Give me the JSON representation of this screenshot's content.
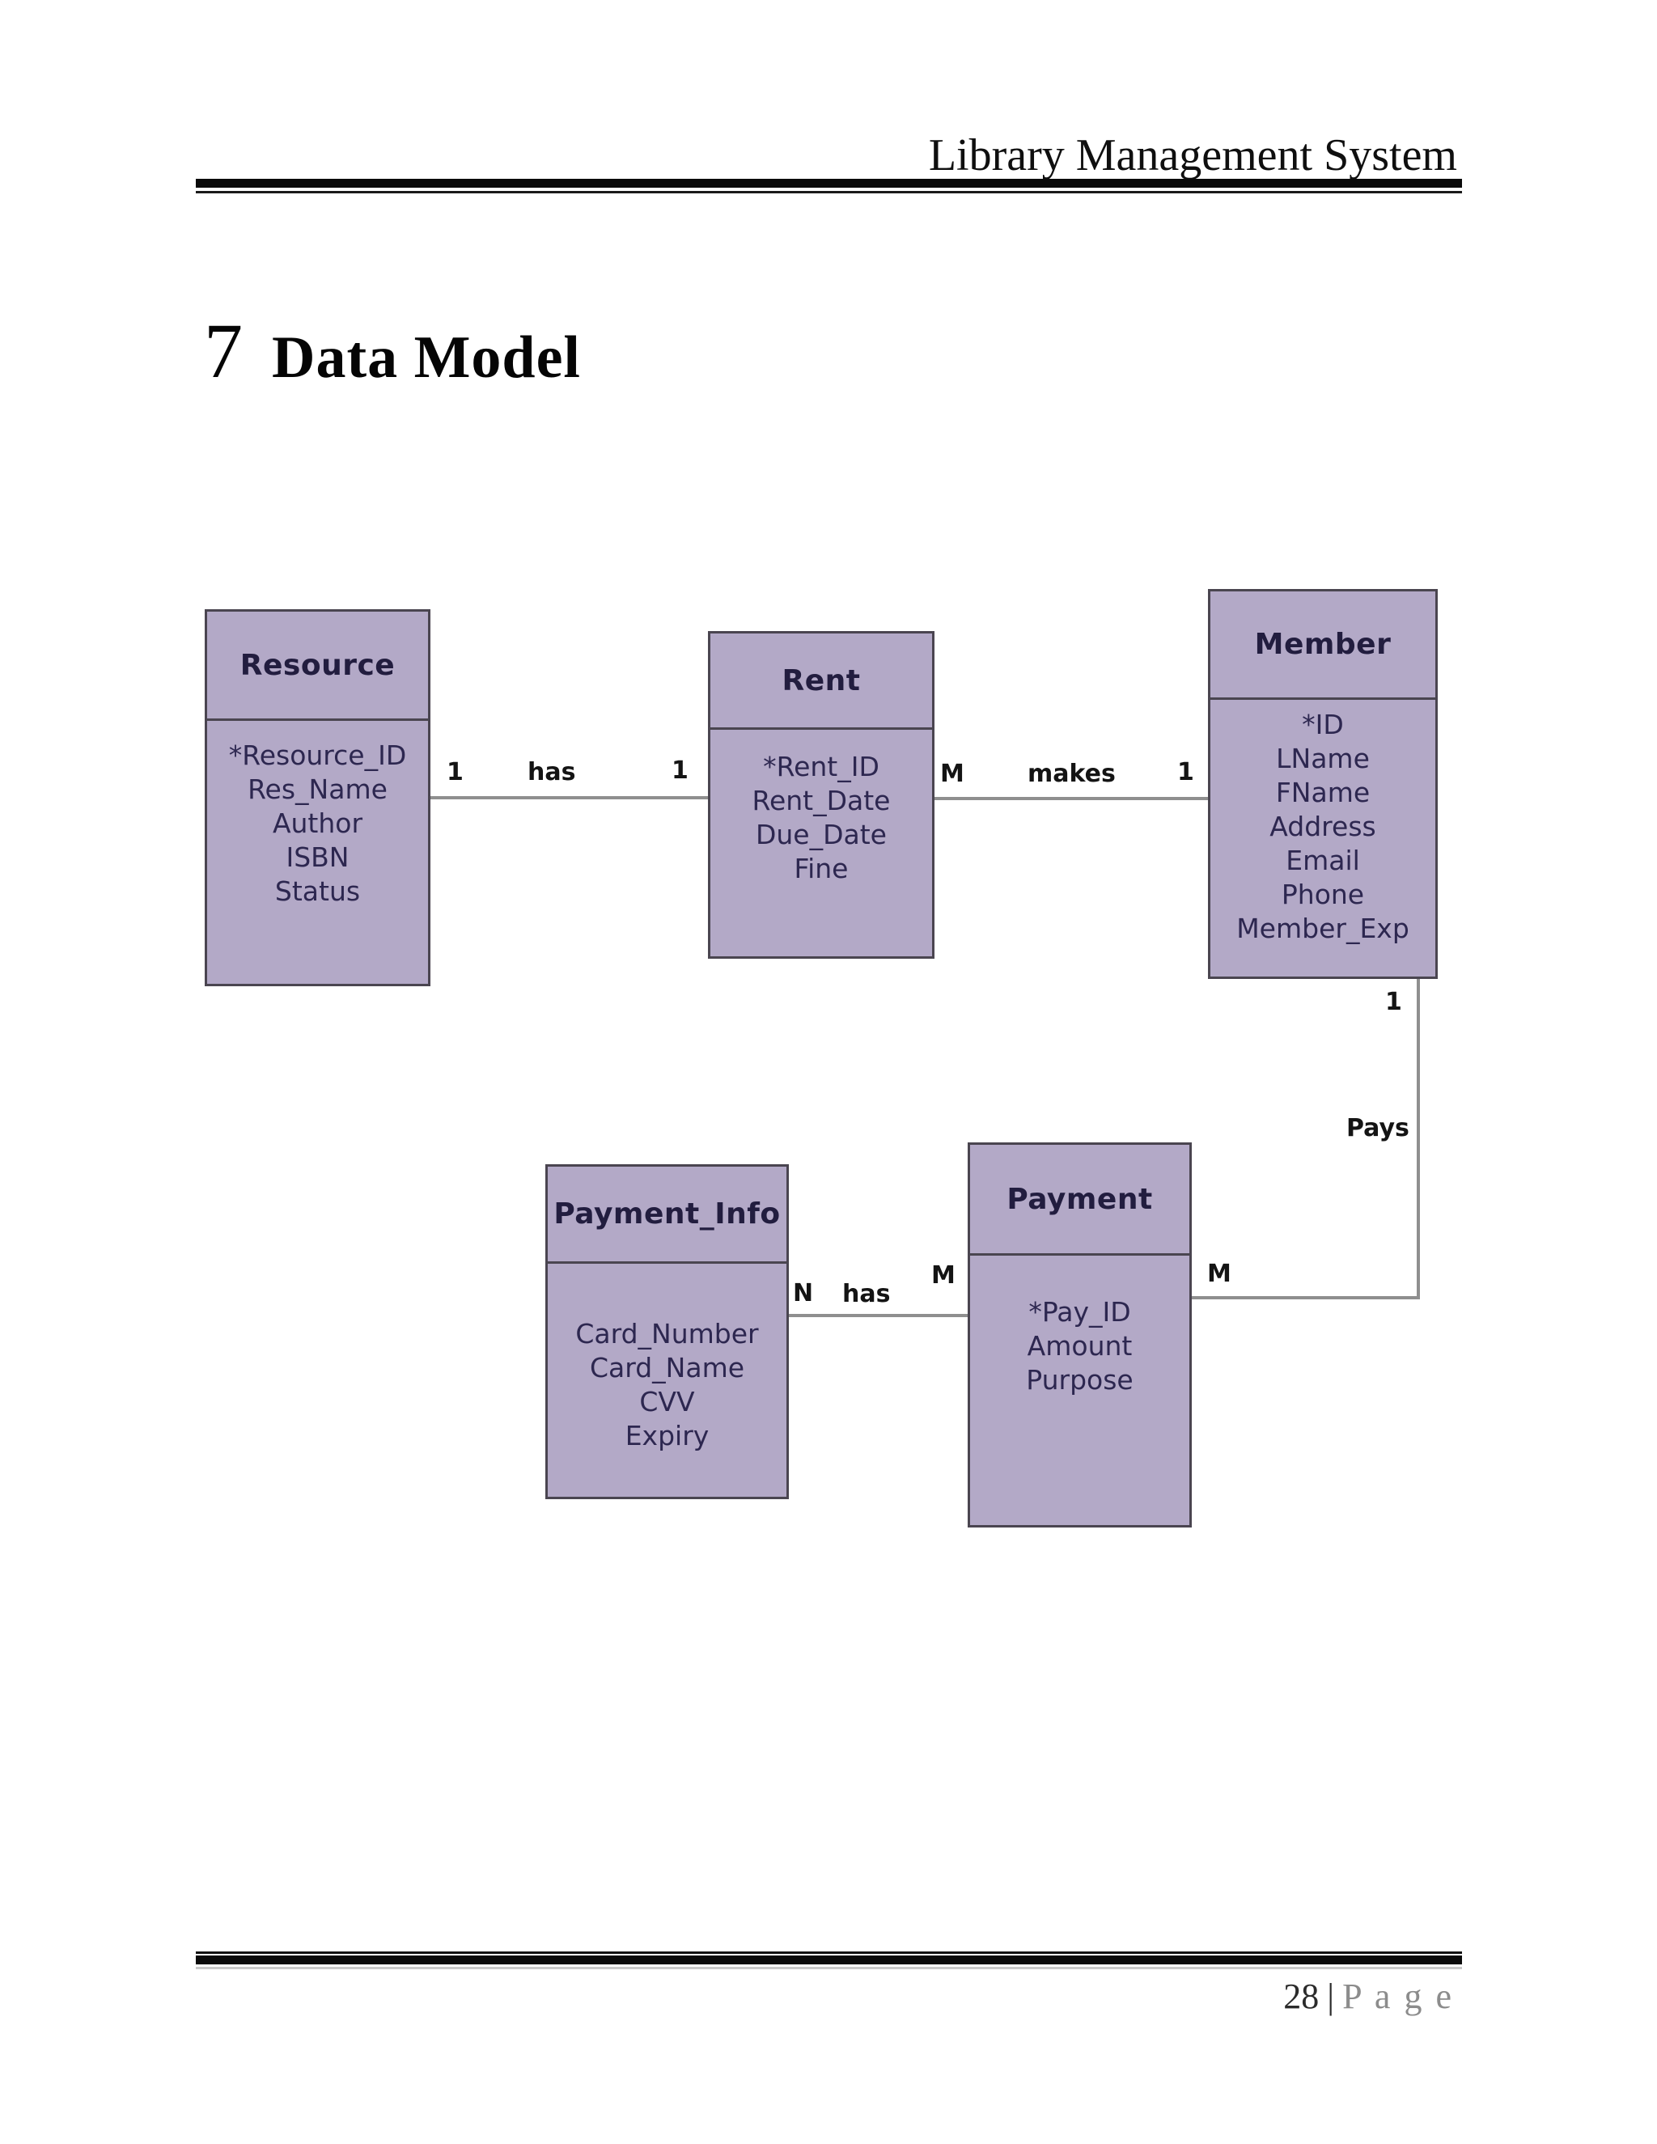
{
  "page": {
    "header_title": "Library Management System",
    "section": {
      "number": "7",
      "title": "Data Model"
    },
    "footer": {
      "page_number": "28",
      "separator": "|",
      "label": "P a g e"
    }
  },
  "colors": {
    "page_background": "#ffffff",
    "entity_fill": "#b3a9c7",
    "entity_border": "#4a4550",
    "entity_title_text": "#221d3f",
    "entity_attribute_text": "#2d2750",
    "connector_line": "#8f8f8f",
    "relationship_label_text": "#141414",
    "header_rule": "#0a0a0a",
    "footer_label_gray": "#8c8c8c"
  },
  "diagram": {
    "entities": [
      {
        "name": "Resource",
        "attributes": [
          "*Resource_ID",
          "Res_Name",
          "Author",
          "ISBN",
          "Status"
        ]
      },
      {
        "name": "Rent",
        "attributes": [
          "*Rent_ID",
          "Rent_Date",
          "Due_Date",
          "Fine"
        ]
      },
      {
        "name": "Member",
        "attributes": [
          "*ID",
          "LName",
          "FName",
          "Address",
          "Email",
          "Phone",
          "Member_Exp"
        ]
      },
      {
        "name": "Payment_Info",
        "attributes": [
          "Card_Number",
          "Card_Name",
          "CVV",
          "Expiry"
        ]
      },
      {
        "name": "Payment",
        "attributes": [
          "*Pay_ID",
          "Amount",
          "Purpose"
        ]
      }
    ],
    "relationships": [
      {
        "label": "has",
        "from_entity": "Resource",
        "to_entity": "Rent",
        "from_cardinality": "1",
        "to_cardinality": "1"
      },
      {
        "label": "makes",
        "from_entity": "Rent",
        "to_entity": "Member",
        "from_cardinality": "M",
        "to_cardinality": "1"
      },
      {
        "label": "Pays",
        "from_entity": "Member",
        "to_entity": "Payment",
        "from_cardinality": "1",
        "to_cardinality": "M"
      },
      {
        "label": "has",
        "from_entity": "Payment_Info",
        "to_entity": "Payment",
        "from_cardinality": "N",
        "to_cardinality": "M"
      }
    ]
  }
}
